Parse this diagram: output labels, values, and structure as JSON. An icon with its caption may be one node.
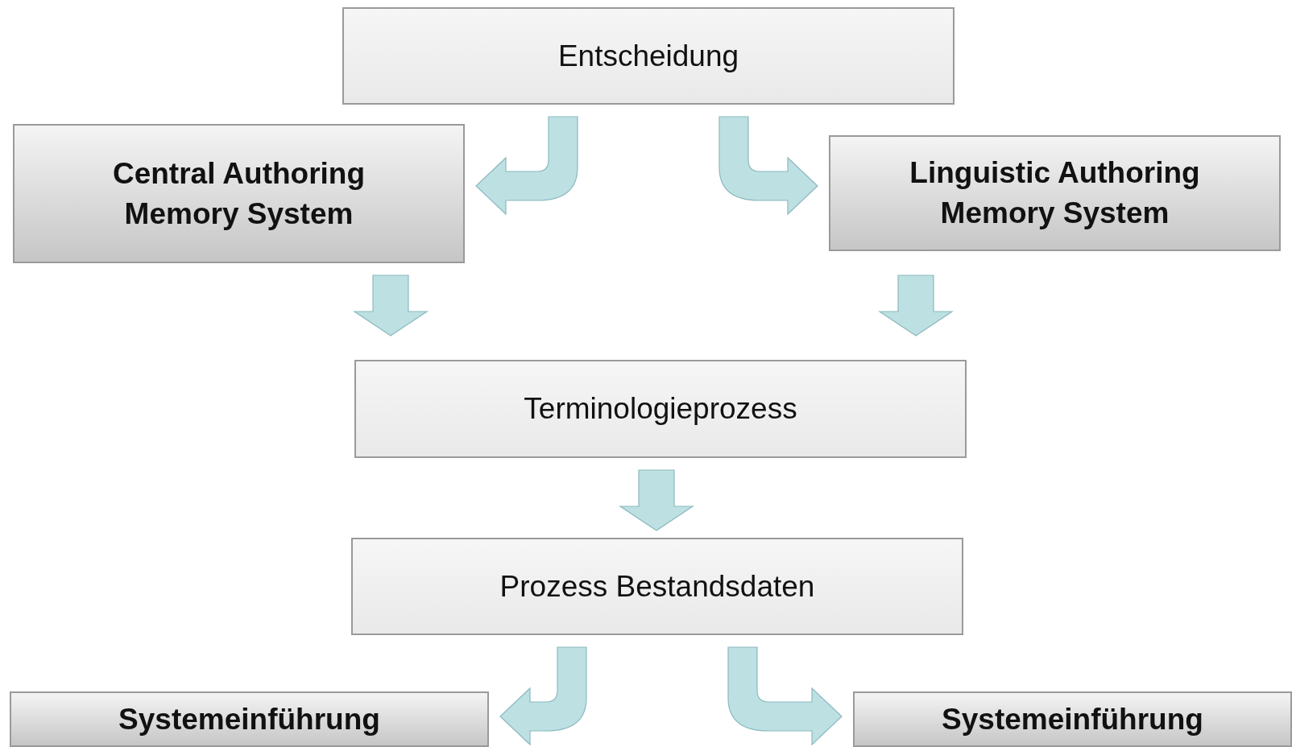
{
  "diagram": {
    "nodes": [
      {
        "text": [
          "Entscheidung"
        ]
      },
      {
        "text": [
          "Central Authoring Memory System"
        ]
      },
      {
        "text": [
          "Linguistic Authoring Memory System"
        ]
      },
      {
        "text": [
          "Terminologieprozess"
        ]
      },
      {
        "text": [
          "Prozess Bestandsdaten"
        ]
      },
      {
        "text": [
          "Systemeinführung"
        ]
      },
      {
        "text": [
          "Systemeinführung"
        ]
      }
    ],
    "edges": [
      {
        "from": 0,
        "to": 1,
        "arrow": "to"
      },
      {
        "from": 0,
        "to": 2,
        "arrow": "to"
      },
      {
        "from": 1,
        "to": 3,
        "arrow": "to"
      },
      {
        "from": 2,
        "to": 3,
        "arrow": "to"
      },
      {
        "from": 3,
        "to": 4,
        "arrow": "to"
      },
      {
        "from": 4,
        "to": 5,
        "arrow": "to"
      },
      {
        "from": 4,
        "to": 6,
        "arrow": "to"
      }
    ]
  }
}
